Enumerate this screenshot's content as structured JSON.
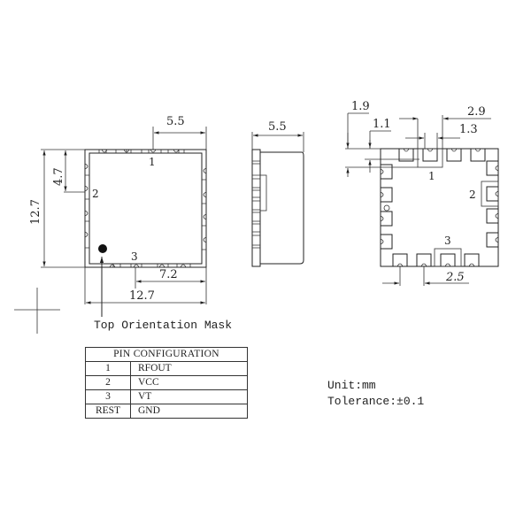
{
  "top_view": {
    "dims": {
      "width_top": "5.5",
      "height_left": "12.7",
      "pin2_offset": "4.7",
      "bottom_right": "7.2",
      "width_bottom": "12.7"
    },
    "pin_labels": {
      "p1": "1",
      "p2": "2",
      "p3": "3"
    },
    "orientation_label": "Top Orientation Mask"
  },
  "side_view": {
    "dims": {
      "height": "5.5"
    }
  },
  "footprint_view": {
    "dims": {
      "d1": "1.9",
      "d2": "1.1",
      "d3": "2.9",
      "d4": "1.3",
      "pitch": "2.5"
    },
    "pin_labels": {
      "p1": "1",
      "p2": "2",
      "p3": "3"
    }
  },
  "pin_table": {
    "header": "PIN CONFIGURATION",
    "rows": [
      {
        "pin": "1",
        "function": "RFOUT"
      },
      {
        "pin": "2",
        "function": "VCC"
      },
      {
        "pin": "3",
        "function": "VT"
      },
      {
        "pin": "REST",
        "function": "GND"
      }
    ]
  },
  "notes": {
    "unit": "Unit:mm",
    "tolerance": "Tolerance:±0.1"
  }
}
